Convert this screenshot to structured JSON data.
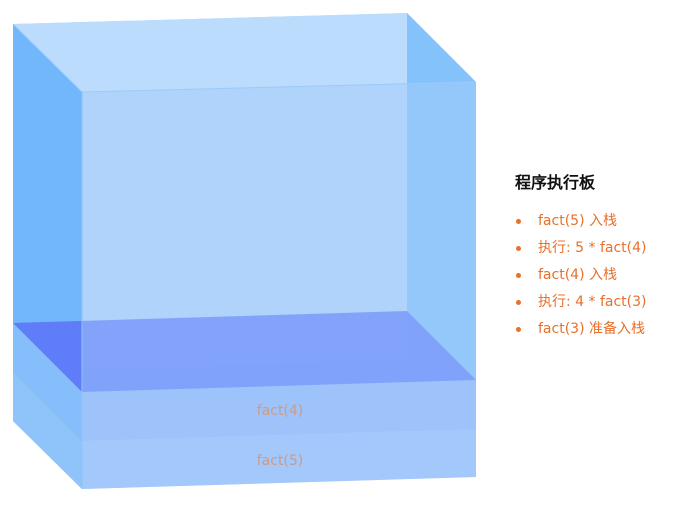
{
  "stack": {
    "frames": [
      {
        "label": "fact(5)"
      },
      {
        "label": "fact(4)"
      },
      {
        "label": ""
      }
    ],
    "colors": {
      "face_light": "#a9d0fb",
      "face_left": "#72b7fb",
      "face_top": "#bcdcfd",
      "frame_fill": "#7ea6fb",
      "frame_top_active": "#5d77f8",
      "label": "#e8702a"
    }
  },
  "panel": {
    "title": "程序执行板",
    "bullet_color": "#e8702a",
    "items": [
      {
        "text": "fact(5) 入栈"
      },
      {
        "text": "执行: 5 * fact(4)"
      },
      {
        "text": "fact(4) 入栈"
      },
      {
        "text": "执行: 4 * fact(3)"
      },
      {
        "text": "fact(3) 准备入栈"
      }
    ]
  }
}
